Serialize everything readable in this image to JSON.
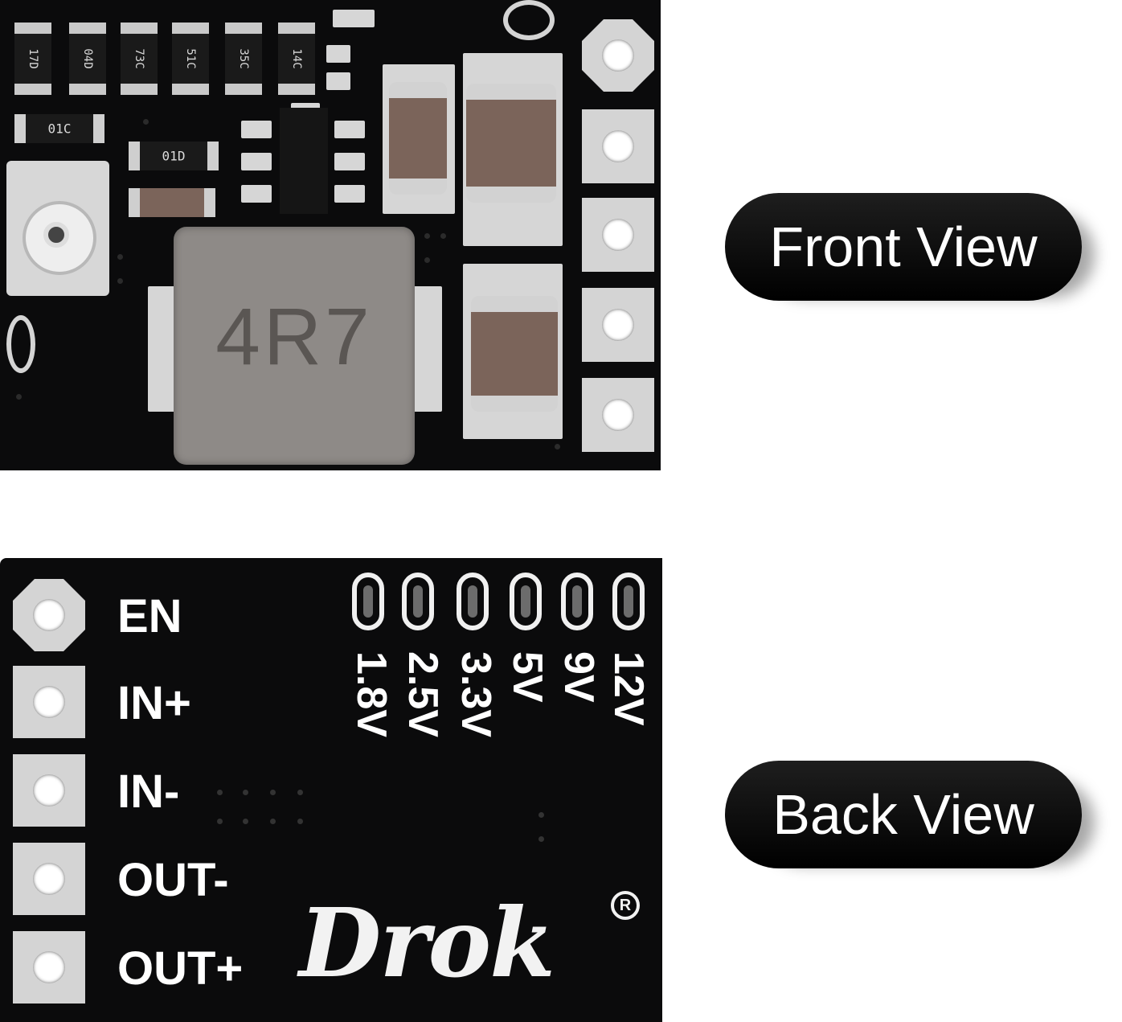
{
  "front": {
    "view_label": "Front View",
    "resistor_codes": [
      "17D",
      "04D",
      "73C",
      "51C",
      "35C",
      "14C"
    ],
    "small_resistor_codes": [
      "01C",
      "01D"
    ],
    "inductor_marking": "4R7"
  },
  "back": {
    "view_label": "Back View",
    "pin_labels": [
      "EN",
      "IN+",
      "IN-",
      "OUT-",
      "OUT+"
    ],
    "voltage_options": [
      "1.8V",
      "2.5V",
      "3.3V",
      "5V",
      "9V",
      "12V"
    ],
    "brand": "Drok",
    "trademark": "R"
  },
  "colors": {
    "pcb": "#0b0b0c",
    "pad": "#d4d4d4",
    "capacitor": "#7b645a",
    "inductor": "#8e8a87",
    "pill": "#000000",
    "pill_text": "#ffffff"
  }
}
